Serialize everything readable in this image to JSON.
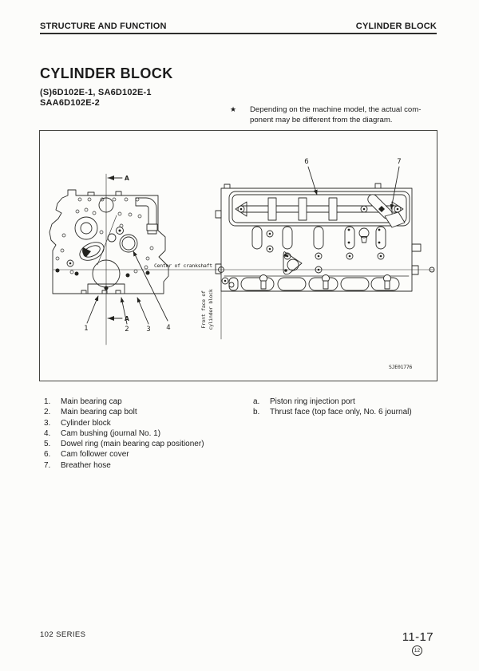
{
  "colors": {
    "ink": "#23231f",
    "paper": "#fcfcfa"
  },
  "header": {
    "left": "STRUCTURE AND FUNCTION",
    "right": "CYLINDER BLOCK"
  },
  "title": "CYLINDER BLOCK",
  "models": {
    "line1": "(S)6D102E-1, SA6D102E-1",
    "line2": "SAA6D102E-2"
  },
  "note": {
    "marker": "★",
    "line1": "Depending on the machine model, the actual com-",
    "line2": "ponent may be different from the diagram."
  },
  "figure": {
    "code": "SJE01776",
    "labels": {
      "center_of_crankshaft": "Center of crankshaft",
      "front_face_line1": "Front face of",
      "front_face_line2": "cylinder block",
      "section": "A"
    },
    "callouts": {
      "c1": "1",
      "c2": "2",
      "c3": "3",
      "c4": "4",
      "c6": "6",
      "c7": "7"
    }
  },
  "parts_left": [
    {
      "num": "1.",
      "label": "Main bearing cap"
    },
    {
      "num": "2.",
      "label": "Main bearing cap bolt"
    },
    {
      "num": "3.",
      "label": "Cylinder block"
    },
    {
      "num": "4.",
      "label": "Cam bushing (journal No. 1)"
    },
    {
      "num": "5.",
      "label": "Dowel ring (main bearing cap positioner)"
    },
    {
      "num": "6.",
      "label": "Cam follower cover"
    },
    {
      "num": "7.",
      "label": "Breather hose"
    }
  ],
  "parts_right": [
    {
      "num": "a.",
      "label": "Piston ring injection port"
    },
    {
      "num": "b.",
      "label": "Thrust face (top face only, No. 6 journal)"
    }
  ],
  "footer": {
    "series": "102 SERIES",
    "page": "11-17",
    "revision": "12"
  }
}
